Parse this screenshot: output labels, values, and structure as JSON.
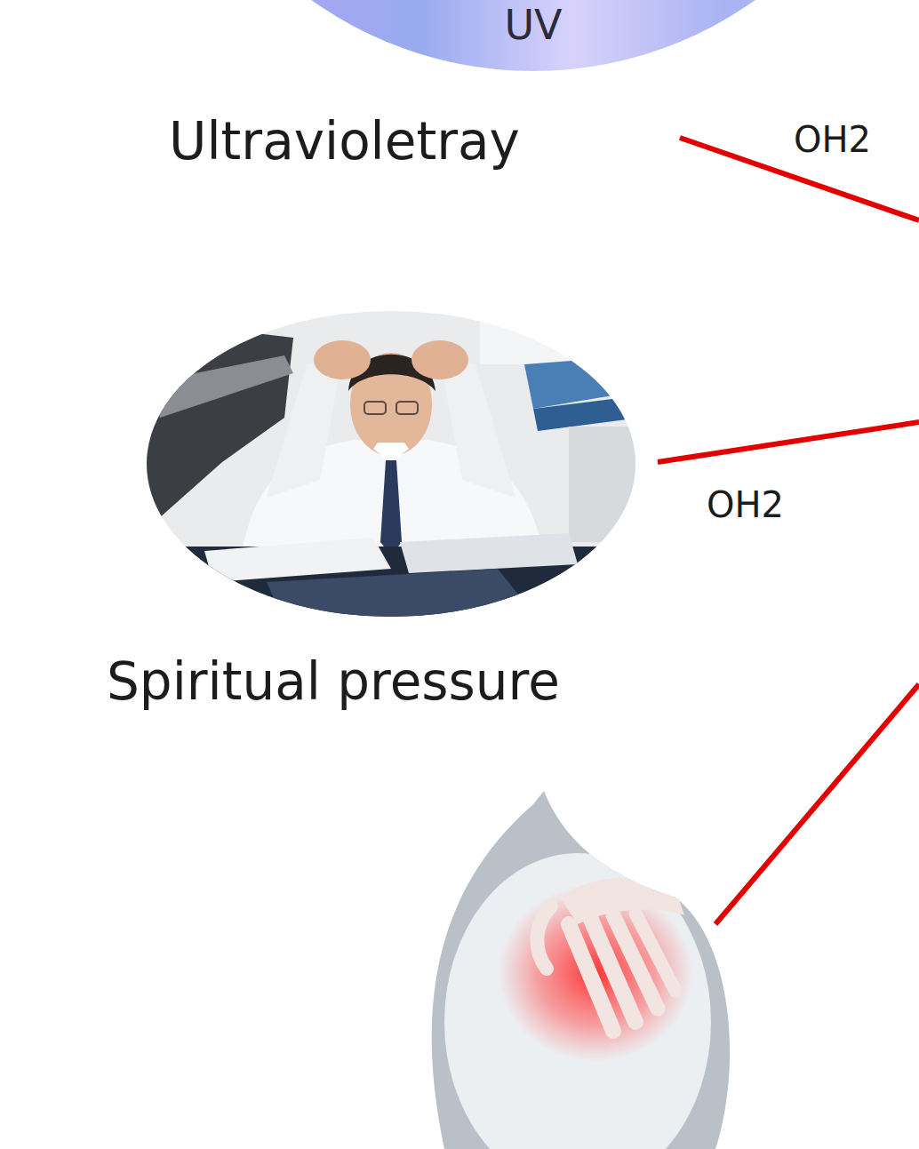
{
  "diagram": {
    "nodes": [
      {
        "text": [
          "UV",
          "Ultravioletray"
        ]
      },
      {
        "text": [
          "Spiritual pressure"
        ]
      }
    ],
    "labels": [
      "OH2",
      "OH2"
    ]
  }
}
